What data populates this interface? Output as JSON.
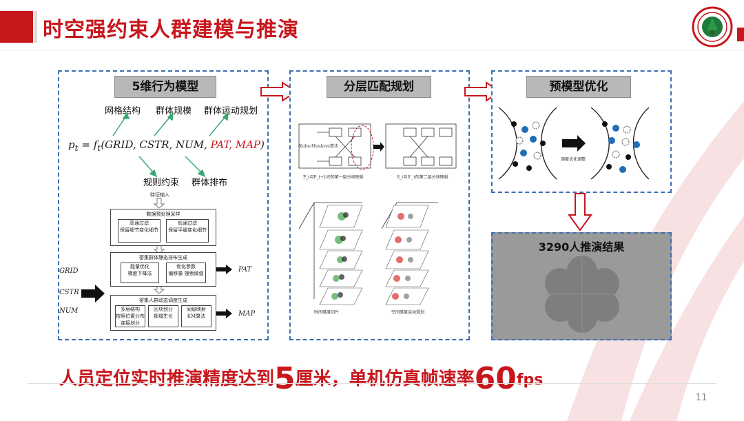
{
  "slide": {
    "title": "时空强约束人群建模与推演",
    "page_number": "11",
    "accent_color": "#c8161d",
    "panel_border_color": "#3d6fb0"
  },
  "panel1": {
    "heading": "5维行为模型",
    "top_labels": [
      "网格结构",
      "群体规模",
      "群体运动规划"
    ],
    "formula_prefix": "p",
    "formula_sub_t": "t",
    "formula_eq": " = f",
    "formula_args_black": "(GRID, CSTR, NUM, ",
    "formula_args_red": "PAT, MAP",
    "formula_close": ")",
    "bottom_labels": [
      "规则约束",
      "群体排布"
    ],
    "flow": {
      "input": "特征输入",
      "stage1": "数据预处理采样",
      "stage1_a": "高通过滤",
      "stage1_a2": "保留细节变化细节",
      "stage1_b": "低通过滤",
      "stage1_b2": "保留平缓变化细节",
      "stage2": "密集群体静态排布生成",
      "stage2_a": "能量优化",
      "stage2_a2": "梯度下降法",
      "stage2_b": "优化参数",
      "stage2_b2": "偏移量",
      "stage2_b3": "搜索阈值",
      "stage3": "密集人群动态调度生成",
      "stage3_a": "多层结构",
      "stage3_a2": "按照位置分布连接划分",
      "stage3_b": "区块划分",
      "stage3_b2": "部域生长",
      "stage3_c": "同级映射",
      "stage3_c2": "KM算法"
    },
    "side_inputs": [
      "GRID",
      "CSTR",
      "NUM"
    ],
    "side_outputs": [
      "PAT",
      "MAP"
    ]
  },
  "panel2": {
    "heading": "分层匹配规划",
    "caption_left": "P_t与P_t+1间的第一层分块映射",
    "caption_right": "S_t与S'_t的第二层分块映射",
    "km_label": "Kuhn-Munkres算法",
    "caption_time": "时间维度切片",
    "caption_space": "空间维度运动规划"
  },
  "panel3": {
    "heading": "预模型优化",
    "mid_label": "调度优化调整"
  },
  "result": {
    "heading": "3290人推演结果"
  },
  "footer": {
    "part1": "人员定位实时推演精度达到",
    "value1": "5",
    "part2": "厘米，单机仿真帧速率",
    "value2": "60",
    "unit2": "fps"
  }
}
